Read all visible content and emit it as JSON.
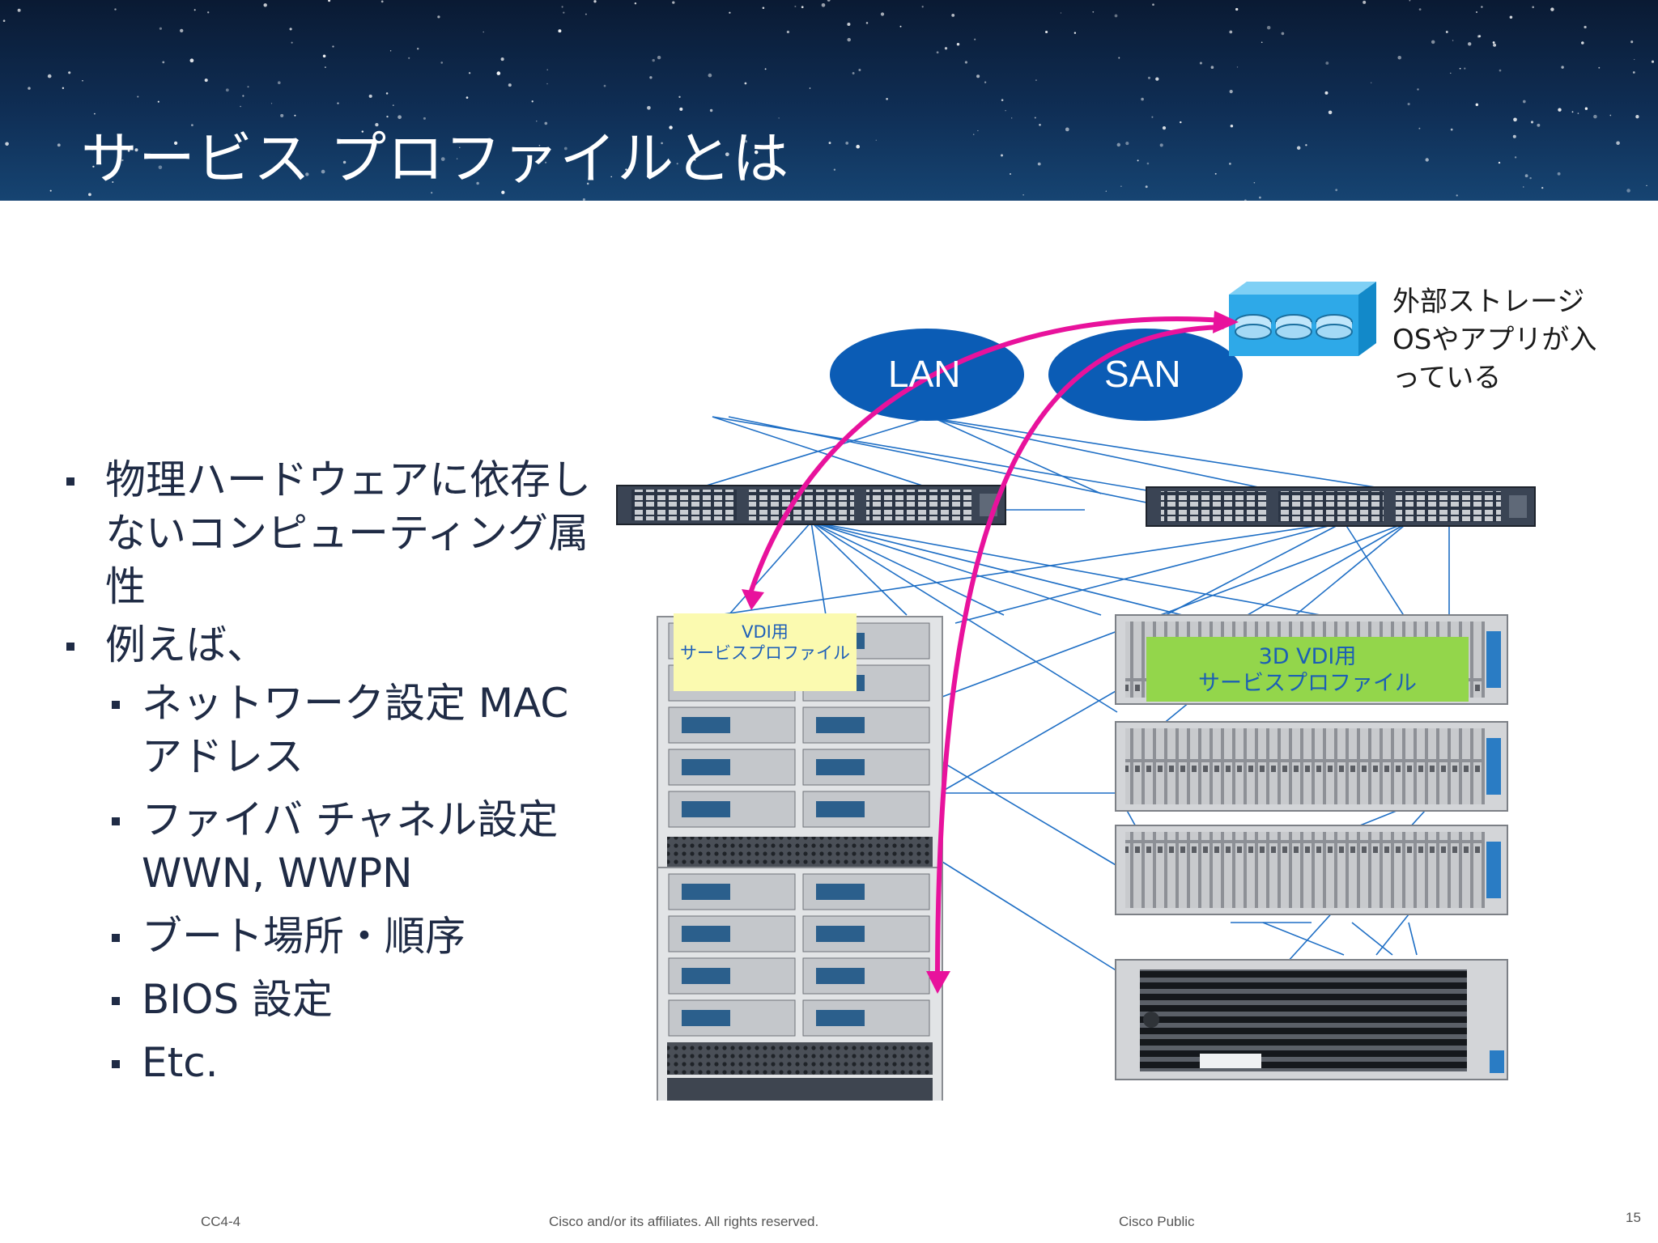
{
  "title": "サービス プロファイルとは",
  "bullets": {
    "b1": "物理ハードウェアに依存しないコンピューティング属性",
    "b2": "例えば、",
    "s1": "ネットワーク設定 MAC アドレス",
    "s2": "ファイバ チャネル設定 WWN, WWPN",
    "s3": "ブート場所・順序",
    "s4": "BIOS 設定",
    "s5": "Etc."
  },
  "diagram": {
    "lan": "LAN",
    "san": "SAN",
    "storage_note_1": "外部ストレージ",
    "storage_note_2": "OSやアプリが入",
    "storage_note_3": "っている",
    "vdi_1": "VDI用",
    "vdi_2": "サービスプロファイル",
    "vdi3d_1": "3D VDI用",
    "vdi3d_2": "サービスプロファイル",
    "colors": {
      "cloud": "#0b5cb5",
      "link": "#1f6fc5",
      "arrow": "#e8129c",
      "vdi_box": "#fbfab0",
      "vdi3d_box": "#93d64b"
    }
  },
  "footer": {
    "code": "CC4-4",
    "copyright": "Cisco and/or its affiliates. All rights reserved.",
    "classification": "Cisco Public",
    "page": "15"
  }
}
